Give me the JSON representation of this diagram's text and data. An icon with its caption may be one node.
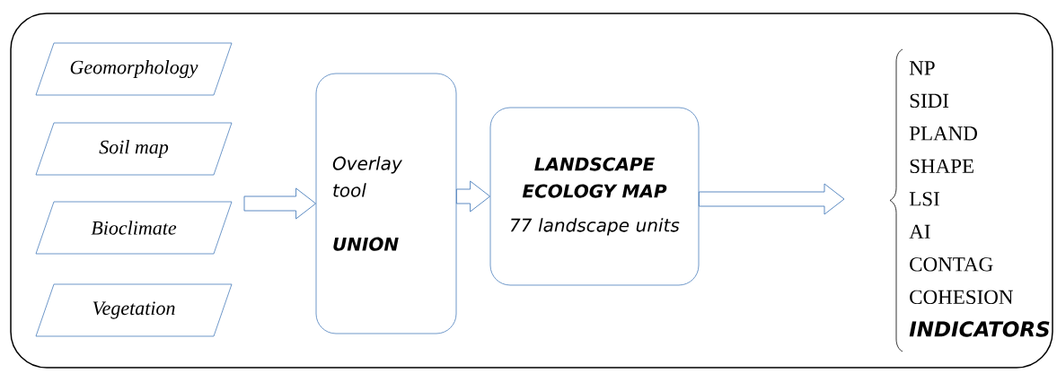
{
  "diagram": {
    "nodes": [
      {
        "text": [
          "Geomorphology"
        ]
      },
      {
        "text": [
          "Soil map"
        ]
      },
      {
        "text": [
          "Bioclimate"
        ]
      },
      {
        "text": [
          "Vegetation"
        ]
      },
      {
        "text": [
          "Overlay tool",
          "UNION"
        ]
      },
      {
        "text": [
          "LANDSCAPE ECOLOGY MAP",
          "77 landscape units"
        ]
      },
      {
        "text": [
          "NP",
          "SIDI",
          "PLAND",
          "SHAPE",
          "LSI",
          "AI",
          "CONTAG",
          "COHESION",
          "INDICATORS"
        ]
      }
    ],
    "edges": [
      {
        "from": null,
        "to": 4,
        "arrow": "to"
      },
      {
        "from": 4,
        "to": 5,
        "arrow": "to"
      },
      {
        "from": 5,
        "to": 6,
        "arrow": "to"
      }
    ]
  }
}
